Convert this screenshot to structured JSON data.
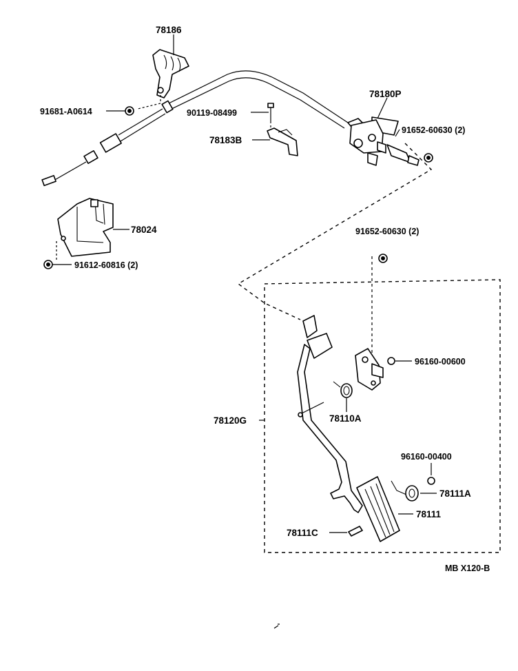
{
  "labels": {
    "p78186": "78186",
    "p91681": "91681-A0614",
    "p90119": "90119-08499",
    "p78180P": "78180P",
    "p91652_top": "91652-60630 (2)",
    "p78183B": "78183B",
    "p78024": "78024",
    "p91612": "91612-60816 (2)",
    "p91652_mid": "91652-60630 (2)",
    "p96160_600": "96160-00600",
    "p78120G": "78120G",
    "p78110A": "78110A",
    "p96160_400": "96160-00400",
    "p78111A": "78111A",
    "p78111": "78111",
    "p78111C": "78111C",
    "drawing_code": "MB  X120-B"
  }
}
